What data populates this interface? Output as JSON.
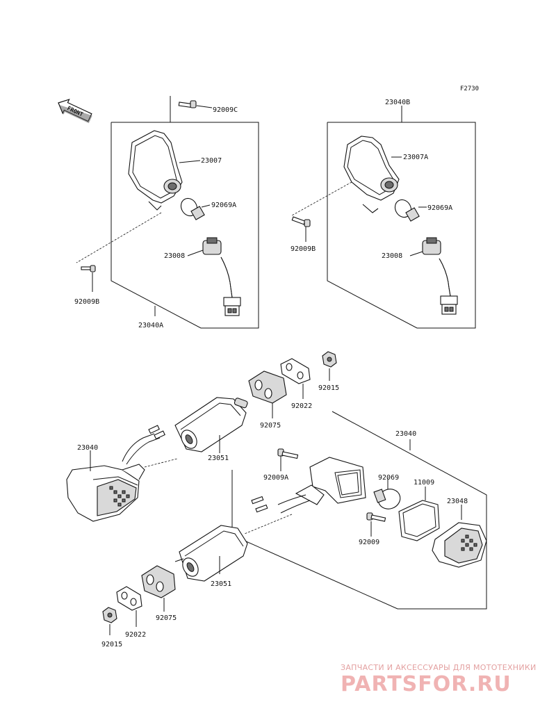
{
  "figure_id": "F2730",
  "front_label": "FRONT",
  "watermark": {
    "line1": "ЗАПЧАСТИ И АКСЕССУАРЫ ДЛЯ МОТОТЕХНИКИ",
    "line2": "PARTSFOR.RU"
  },
  "parts": {
    "p92009C": "92009C",
    "p23007": "23007",
    "p92069A_left": "92069A",
    "p23008_left": "23008",
    "p92009B_left": "92009B",
    "p23040A": "23040A",
    "p23040B": "23040B",
    "p23007A": "23007A",
    "p92069A_right": "92069A",
    "p92009B_right": "92009B",
    "p23008_right": "23008",
    "p92015_top": "92015",
    "p92022_top": "92022",
    "p92075_top": "92075",
    "p23040_left": "23040",
    "p23051_top": "23051",
    "p23040_right": "23040",
    "p92009A": "92009A",
    "p92069": "92069",
    "p11009": "11009",
    "p23048": "23048",
    "p92009": "92009",
    "p23051_bottom": "23051",
    "p92075_bottom": "92075",
    "p92022_bottom": "92022",
    "p92015_bottom": "92015"
  }
}
